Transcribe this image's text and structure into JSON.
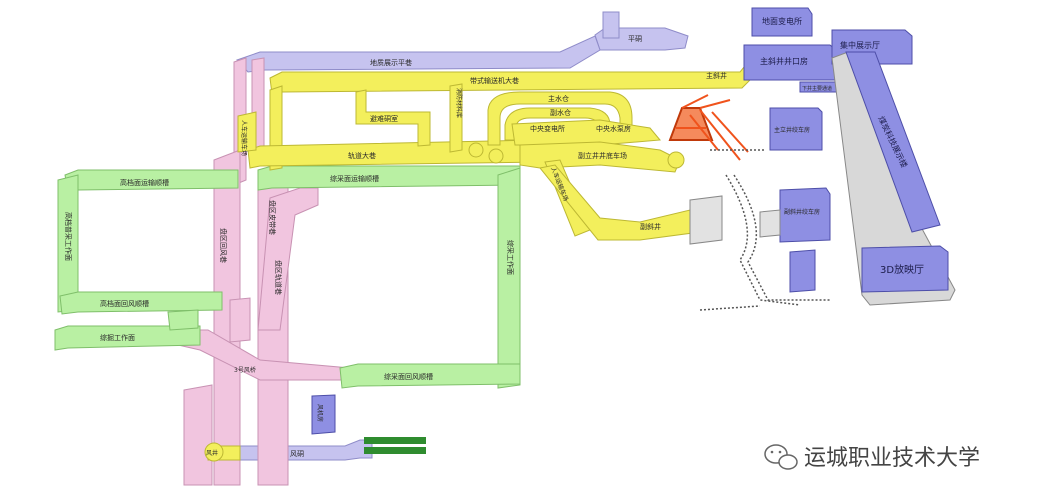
{
  "colors": {
    "tunnel_yellow": "#f3ef5c",
    "tunnel_purple": "#c6c3ef",
    "tunnel_pink": "#f1c5df",
    "tunnel_green": "#b9f0a3",
    "building_blue": "#8e8fe3",
    "building_gray": "#d8d8d8",
    "headframe_red": "#f0531c"
  },
  "labels": {
    "pingdong": "平硐",
    "dizhi_zhanshi_pingxiang": "地质展示平巷",
    "daishi_shusongji_daxiang": "带式输送机大巷",
    "zhu_xiejing": "主斜井",
    "zhu_xiejing_jingkou_fang": "主斜井井口房",
    "dimian_biandiansuo": "地面变电所",
    "jizhong_zhanshiting": "集中展示厅",
    "xiaba_jiudian": "下井主要通道",
    "zhulijing_jiaoche_fang": "主立井绞车房",
    "meikuang_keji_zhanshi_lou": "煤炭科技展示楼",
    "fu_xiejing_jiaoche_fang": "副斜井绞车房",
    "sanD_fangying_ting": "3D放映厅",
    "zhushuicang": "主水仓",
    "fushuicang": "副水仓",
    "zhongyang_biandiansuo": "中央变电所",
    "zhongyang_shuibeng_fang": "中央水泵房",
    "bianlijing_jiaoche_chang": "副立井井底车场",
    "bolong_dongshi": "避难硐室",
    "xiaofang_cailiaoku": "消防材料库",
    "guidao_daxiang": "轨道大巷",
    "fu_xiejing": "副斜井",
    "ceng_jiaoche": "人车运输车场",
    "zongcai_yunshu_shunxiang": "综采面运输顺槽",
    "gaodang_yunshu_shunxiang": "高档面运输顺槽",
    "gaodang_puxin_gongzuomian": "高档普采工作面",
    "panqu_huifengxiang": "盘区回风巷",
    "panqu_jiaodai_xiang": "盘区皮带巷",
    "panqu_guidao_xiang": "盘区轨道巷",
    "gaodang_huifeng_shunxiang": "高档面回风顺槽",
    "zongjue_gongzuomian": "综掘工作面",
    "zongcai_gongzuomian": "综采工作面",
    "zongcai_huifeng_shunxiang": "综采面回风顺槽",
    "sanhao_fengqiao": "3号风桥",
    "fengji_fang": "风机房",
    "fengjing": "风井",
    "fengdong": "风硐"
  },
  "watermark": {
    "text": "运城职业技术大学"
  }
}
